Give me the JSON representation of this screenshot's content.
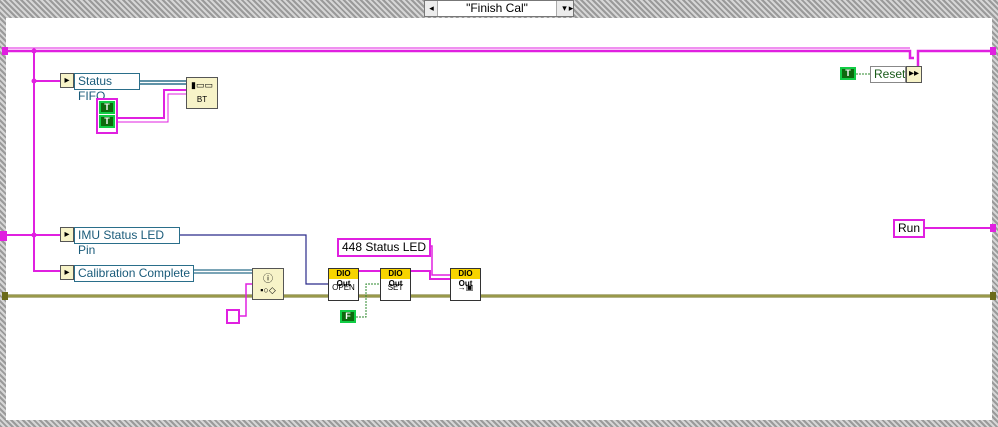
{
  "case_selector": {
    "value": "\"Finish Cal\""
  },
  "labels": {
    "status_fifo": "Status FIFO",
    "imu_led_pin": "IMU Status LED Pin",
    "calibration_complete": "Calibration Complete",
    "reset": "Reset",
    "run": "Run",
    "status_led_448": "448 Status LED"
  },
  "constants": {
    "true_a": "T",
    "true_b": "T",
    "true_c": "T",
    "false_a": "F"
  },
  "vis": {
    "open": {
      "header": "DIO Out",
      "body": "OPEN"
    },
    "set": {
      "header": "DIO Out",
      "body": "SET"
    },
    "write": {
      "header": "DIO Out"
    }
  },
  "node_text": {
    "bt": "BT"
  },
  "colors": {
    "string_wire": "#e020e0",
    "error_wire": "#6b6b1a",
    "class_wire": "#2a2a8a",
    "bool_wire": "#2c8a2c"
  }
}
